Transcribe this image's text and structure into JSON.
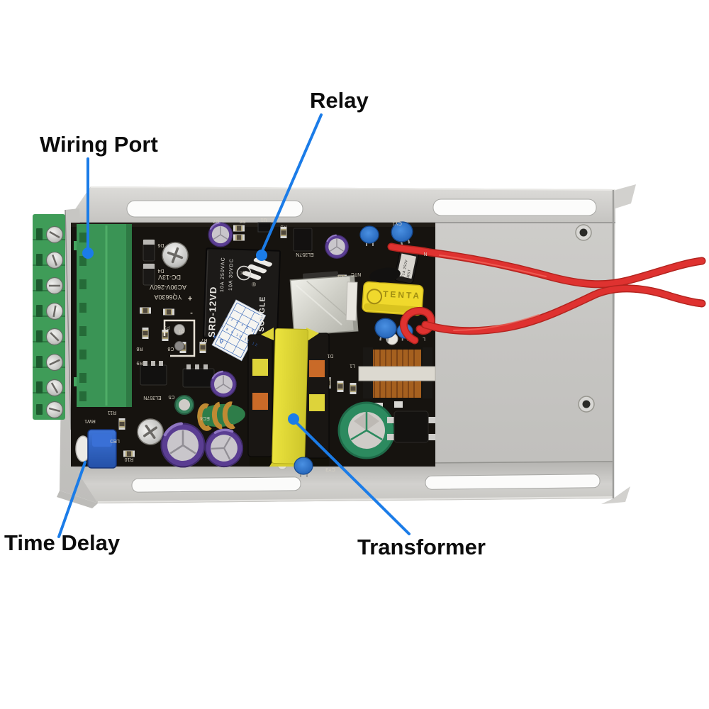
{
  "annotations": {
    "wiring_port": "Wiring Port",
    "relay": "Relay",
    "time_delay": "Time Delay",
    "transformer": "Transformer"
  },
  "relay": {
    "brand": "SONGLE",
    "reg_mark": "®",
    "model": "SRD-12VD",
    "rating_ac": "10A 250VAC",
    "rating_dc": "10A 30VDC",
    "cert": "CQC"
  },
  "silkscreen": {
    "output_voltage": "DC-13V",
    "input_voltage": "AC90V-260V",
    "board_model": "YQ6630A",
    "opto1": "EL357N",
    "opto2": "EL357N",
    "ntc": "NTC",
    "c2": "C2",
    "c7": "C7",
    "r6": "R6",
    "u1": "U1",
    "r3": "R3",
    "cy1": "CY1",
    "rw1": "RW1",
    "r11": "R11",
    "led": "LED",
    "r10": "R10",
    "ec4": "EC4",
    "c5": "C5",
    "cy3": "CY3",
    "d1": "D1",
    "l1": "L1",
    "p1": "P1",
    "q1": "Q1",
    "r7": "R7",
    "r8": "R8",
    "r9": "R9",
    "c8": "C8",
    "d6": "D6",
    "d4": "D4",
    "n": "N",
    "l": "L",
    "plus": "+",
    "minus": "-"
  },
  "components": {
    "film_cap_brand": "TENTA",
    "fuse_label": "T1A 250V",
    "fuse_label2": "MST",
    "qc_sticker_row1": "1 2 3 4 5 6",
    "qc_sticker_row2": "7 8 9 10 11 12",
    "qc_sticker_mark": "Y Q"
  },
  "colors": {
    "callout_blue": "#1b7ce8",
    "case_gray": "#c9c8c5",
    "pcb_black": "#16130f",
    "terminal_green": "#3f9c58",
    "transformer_yellow": "#e3dc35",
    "film_cap_yellow": "#f0d92c",
    "wire_red": "#df3230",
    "label_black": "#0c0c0c"
  }
}
